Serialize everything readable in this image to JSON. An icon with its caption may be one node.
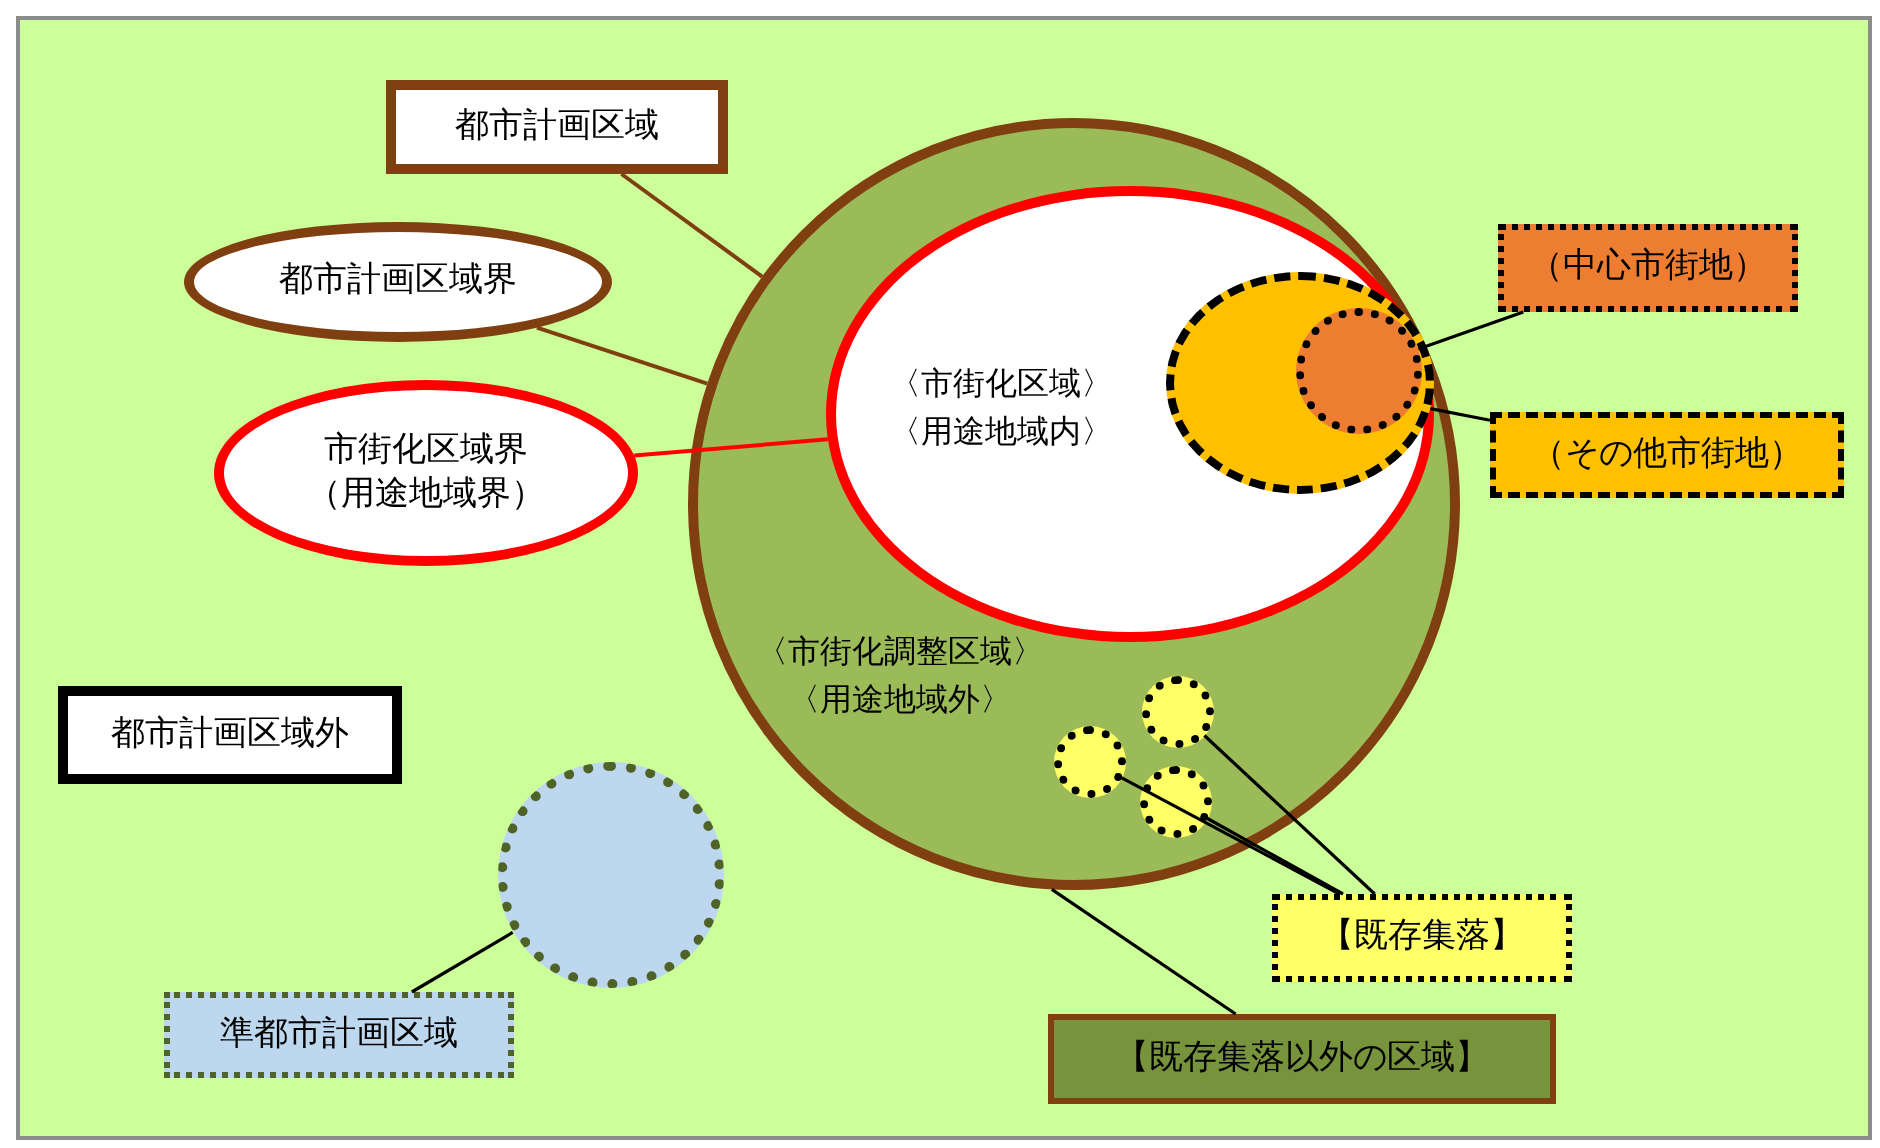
{
  "diagram": {
    "nodes": [
      {
        "text": [
          "〈市街化調整区域〉",
          "〈用途地域外〉"
        ]
      },
      {
        "text": [
          "〈市街化区域〉",
          "〈用途地域内〉"
        ],
        "in": 0
      },
      {
        "text": [],
        "shape": "ellipse",
        "in": 1
      },
      {
        "text": [],
        "shape": "circle",
        "in": 2
      },
      {
        "text": [],
        "shape": "circle",
        "in": 0
      },
      {
        "text": [],
        "shape": "circle",
        "in": 0
      },
      {
        "text": [],
        "shape": "circle",
        "in": 0
      },
      {
        "text": [],
        "shape": "circle"
      },
      {
        "text": [
          "都市計画区域"
        ]
      },
      {
        "text": [
          "都市計画区域界"
        ]
      },
      {
        "text": [
          "市街化区域界",
          "（用途地域界）"
        ]
      },
      {
        "text": [
          "都市計画区域外"
        ]
      },
      {
        "text": [
          "準都市計画区域"
        ]
      },
      {
        "text": [
          "（中心市街地）"
        ]
      },
      {
        "text": [
          "（その他市街地）"
        ]
      },
      {
        "text": [
          "【既存集落】"
        ]
      },
      {
        "text": [
          "【既存集落以外の区域】"
        ]
      }
    ],
    "edges": [
      {
        "from": 8,
        "to": 0,
        "arrow": "none",
        "color": "#7f3f10"
      },
      {
        "from": 9,
        "to": 0,
        "arrow": "none",
        "color": "#7f3f10"
      },
      {
        "from": 10,
        "to": 1,
        "arrow": "none",
        "color": "#ff0000"
      },
      {
        "from": 13,
        "to": 3,
        "arrow": "none"
      },
      {
        "from": 14,
        "to": 2,
        "arrow": "none"
      },
      {
        "from": 15,
        "to": 4,
        "arrow": "none"
      },
      {
        "from": 15,
        "to": 5,
        "arrow": "none"
      },
      {
        "from": 15,
        "to": 6,
        "arrow": "none"
      },
      {
        "from": 16,
        "to": 0,
        "arrow": "none"
      },
      {
        "from": 12,
        "to": 7,
        "arrow": "none"
      }
    ]
  }
}
